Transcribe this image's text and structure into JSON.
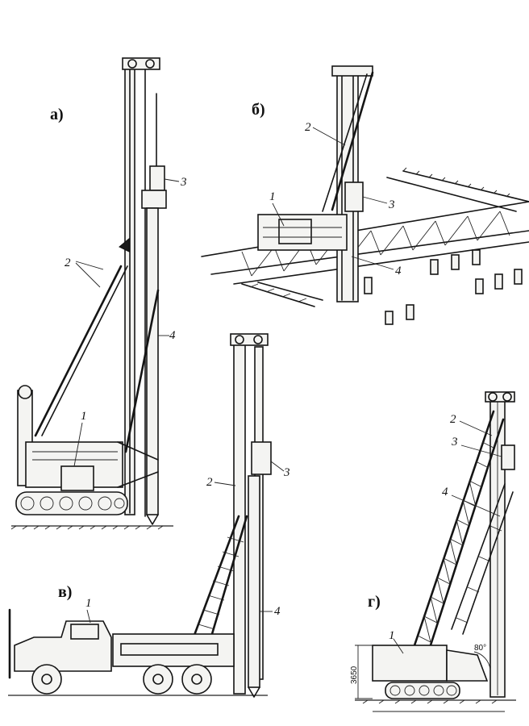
{
  "panels": [
    {
      "id": "a",
      "label": "а)",
      "callouts": [
        "1",
        "2",
        "3",
        "4"
      ]
    },
    {
      "id": "b",
      "label": "б)",
      "callouts": [
        "1",
        "2",
        "3",
        "4"
      ]
    },
    {
      "id": "v",
      "label": "в)",
      "callouts": [
        "1",
        "2",
        "3",
        "4"
      ]
    },
    {
      "id": "g",
      "label": "г)",
      "callouts": [
        "1",
        "2",
        "3",
        "4"
      ],
      "dimension": "3650",
      "angle": "80°"
    }
  ]
}
